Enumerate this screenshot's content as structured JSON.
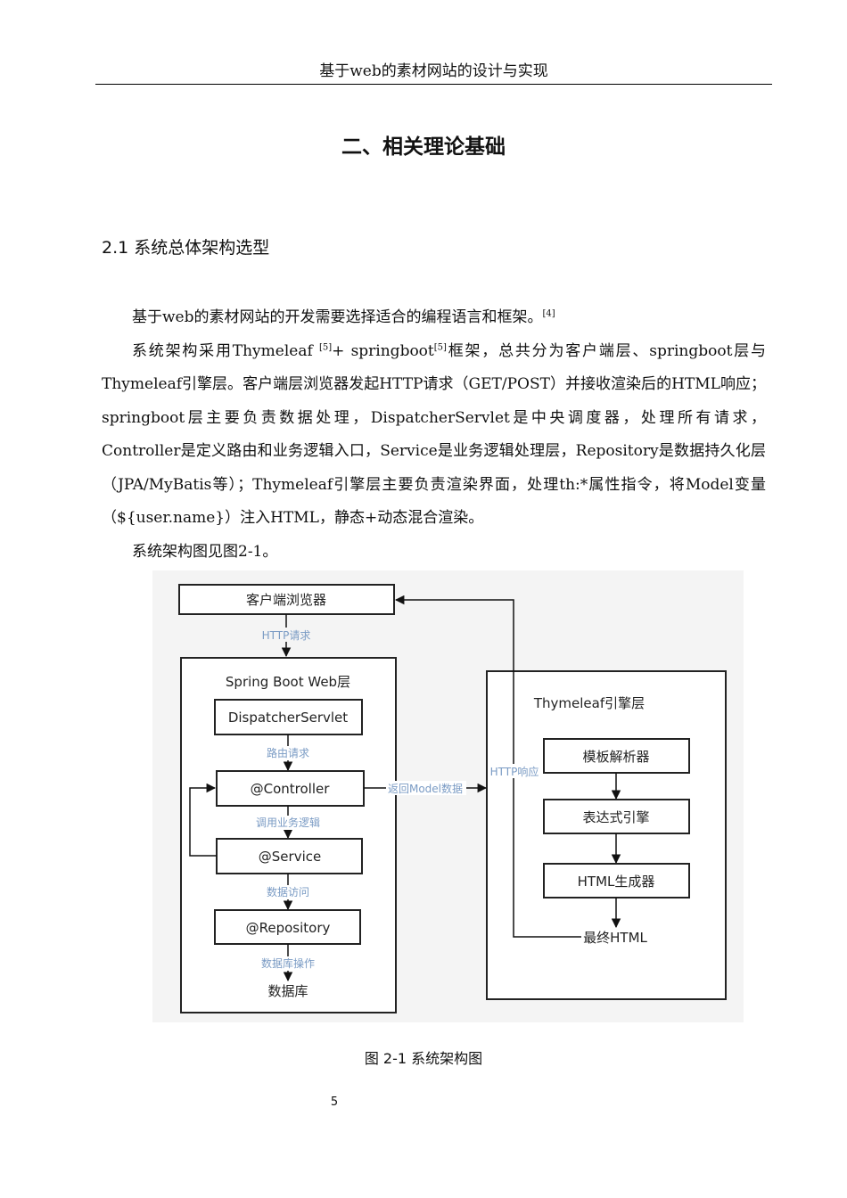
{
  "header": {
    "running_title": "基于web的素材网站的设计与实现"
  },
  "chapter": {
    "title": "二、相关理论基础"
  },
  "section": {
    "title": "2.1 系统总体架构选型"
  },
  "paragraphs": {
    "p1": "基于web的素材网站的开发需要选择适合的编程语言和框架。",
    "p1_ref": "[4]",
    "p2_a": "系统架构采用Thymeleaf ",
    "p2_ref1": "[5]",
    "p2_b": "+ springboot",
    "p2_ref2": "[5]",
    "p2_c": "框架，总共分为客户端层、springboot层与Thymeleaf引擎层。客户端层浏览器发起HTTP请求（GET/POST）并接收渲染后的HTML响应；springboot层主要负责数据处理，DispatcherServlet是中央调度器，处理所有请求，Controller是定义路由和业务逻辑入口，Service是业务逻辑处理层，Repository是数据持久化层（JPA/MyBatis等）；Thymeleaf引擎层主要负责渲染界面，处理th:*属性指令，将Model变量（${user.name}）注入HTML，静态+动态混合渲染。",
    "p3": "系统架构图见图2-1。"
  },
  "diagram": {
    "client_box": "客户端浏览器",
    "http_request": "HTTP请求",
    "spring_layer_title": "Spring Boot Web层",
    "dispatcher": "DispatcherServlet",
    "route_request": "路由请求",
    "controller": "@Controller",
    "call_business": "调用业务逻辑",
    "service": "@Service",
    "data_access": "数据访问",
    "repository": "@Repository",
    "db_operation": "数据库操作",
    "database": "数据库",
    "return_model": "返回Model数据",
    "http_response": "HTTP响应",
    "thymeleaf_title": "Thymeleaf引擎层",
    "template_parser": "模板解析器",
    "expression_engine": "表达式引擎",
    "html_generator": "HTML生成器",
    "final_html": "最终HTML",
    "label_color": "#7a9bc4"
  },
  "caption": {
    "text": "图  2-1 系统架构图"
  },
  "footer": {
    "page_number": "5"
  }
}
